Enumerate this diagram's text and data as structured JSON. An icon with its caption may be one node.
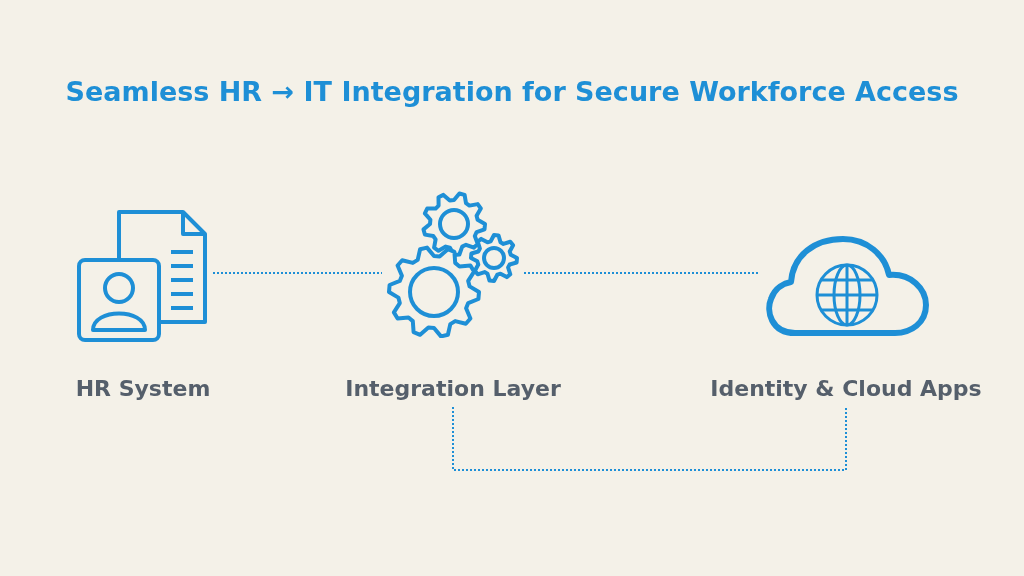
{
  "diagram": {
    "title": "Seamless HR → IT Integration for Secure Workforce Access",
    "nodes": [
      {
        "text": [
          "HR System"
        ]
      },
      {
        "text": [
          "Integration Layer"
        ]
      },
      {
        "text": [
          "Identity & Cloud Apps"
        ]
      }
    ],
    "edges": [
      {
        "from": 0,
        "to": 1,
        "arrow": "none"
      },
      {
        "from": 1,
        "to": 2,
        "arrow": "none"
      },
      {
        "from": 1,
        "to": 2,
        "arrow": "none"
      }
    ]
  }
}
